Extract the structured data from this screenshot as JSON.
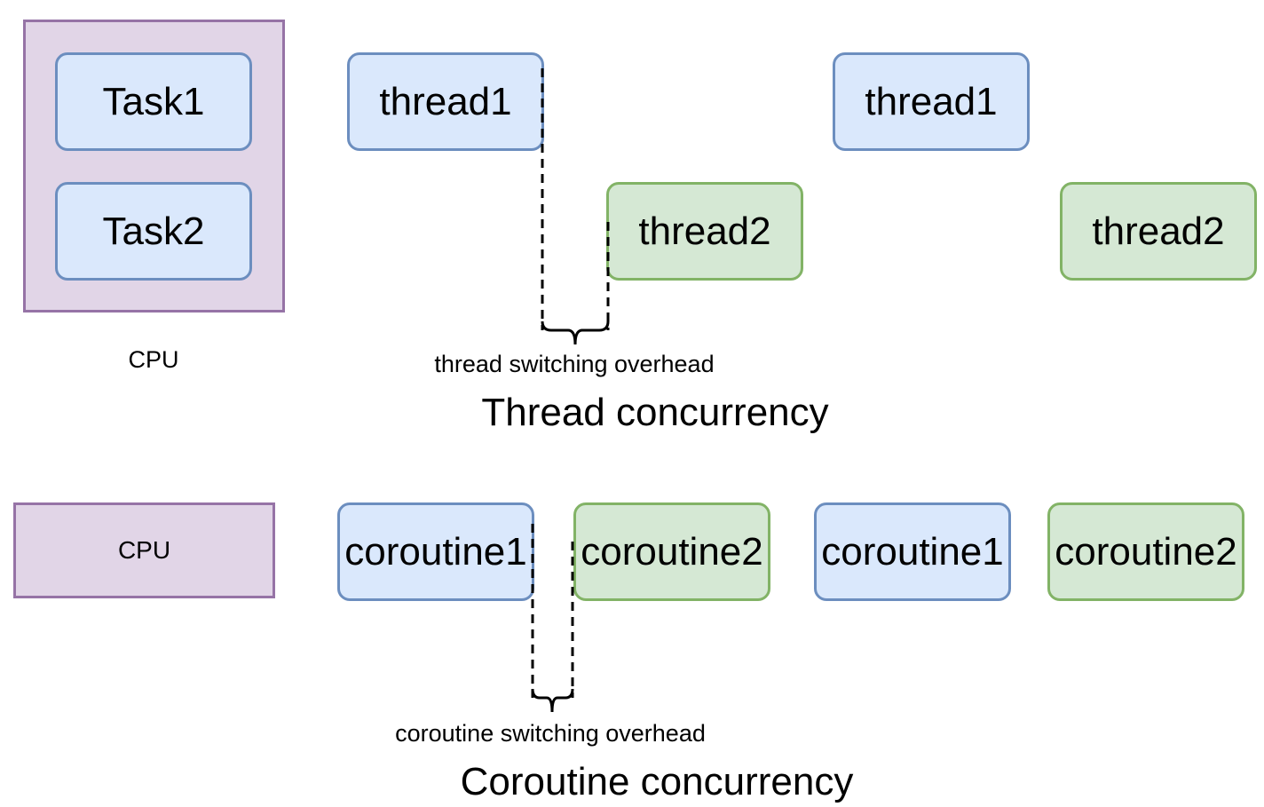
{
  "thread_section": {
    "cpu_label": "CPU",
    "task1": "Task1",
    "task2": "Task2",
    "thread1_a": "thread1",
    "thread2_a": "thread2",
    "thread1_b": "thread1",
    "thread2_b": "thread2",
    "overhead_label": "thread switching overhead",
    "title": "Thread concurrency"
  },
  "coroutine_section": {
    "cpu_label": "CPU",
    "coroutine1_a": "coroutine1",
    "coroutine2_a": "coroutine2",
    "coroutine1_b": "coroutine1",
    "coroutine2_b": "coroutine2",
    "overhead_label": "coroutine switching overhead",
    "title": "Coroutine concurrency"
  },
  "colors": {
    "blue_fill": "#dae8fc",
    "blue_stroke": "#6c8ebf",
    "green_fill": "#d5e8d4",
    "green_stroke": "#82b366",
    "purple_fill": "#e1d5e7",
    "purple_stroke": "#9673a6"
  }
}
